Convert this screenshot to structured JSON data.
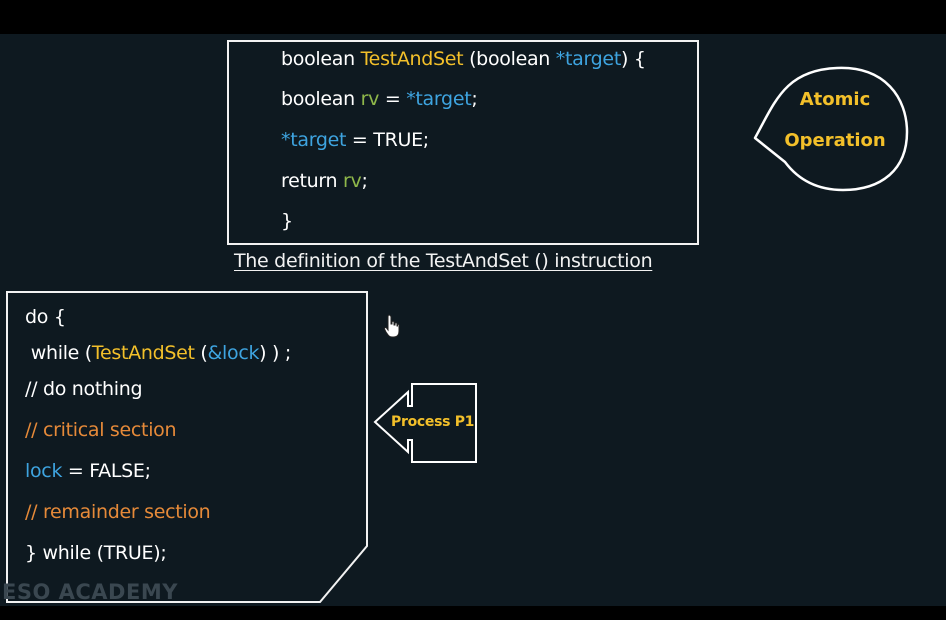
{
  "definition": {
    "line1": {
      "kw": "boolean ",
      "fn": "TestAndSet",
      "mid": " (boolean ",
      "param": "*target",
      "end": ") {"
    },
    "line2": {
      "kw": "boolean ",
      "var": "rv",
      "eq": " = ",
      "param": "*target",
      "end": ";"
    },
    "line3": {
      "param": "*target",
      "rest": " = TRUE;"
    },
    "line4": {
      "kw": "return ",
      "var": "rv",
      "end": ";"
    },
    "line5": {
      "brace": "}"
    }
  },
  "caption": "The definition of the TestAndSet () instruction",
  "bubble": {
    "line1": "Atomic",
    "line2": "Operation"
  },
  "loop": {
    "line1": "do {",
    "line2": {
      "kw": " while (",
      "fn": "TestAndSet",
      "mid": " (",
      "arg": "&lock",
      "end": ") ) ;"
    },
    "line3": "// do nothing",
    "line4": "// critical section",
    "line5": {
      "var": "lock",
      "rest": " = FALSE;"
    },
    "line6": "// remainder section",
    "line7": "} while (TRUE);"
  },
  "process_label": "Process P1",
  "watermark": "ESO ACADEMY",
  "colors": {
    "background": "#0e1920",
    "keyword": "#f3c02a",
    "param": "#3ea4e0",
    "var": "#8fb84a",
    "comment": "#e68a39"
  },
  "cursor_icon": "hand-pointer-icon"
}
